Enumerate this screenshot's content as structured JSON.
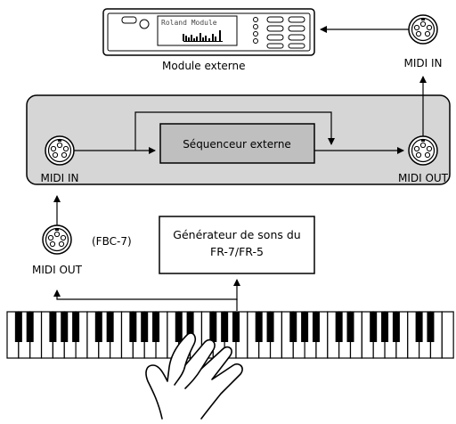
{
  "module": {
    "lcd_text": "Roland Module",
    "label": "Module externe"
  },
  "ports": {
    "module_midi_in": "MIDI IN",
    "sequencer_midi_in": "MIDI IN",
    "sequencer_midi_out": "MIDI OUT",
    "keyboard_midi_out": "MIDI OUT"
  },
  "sequencer": {
    "label": "Séquenceur externe"
  },
  "sound_generator": {
    "line1": "Générateur de sons du",
    "line2": "FR-7/FR-5"
  },
  "fbc_label": "(FBC-7)",
  "colors": {
    "panel_fill": "#d6d6d6",
    "sequencer_fill": "#bfbfbf",
    "line": "#000000"
  }
}
